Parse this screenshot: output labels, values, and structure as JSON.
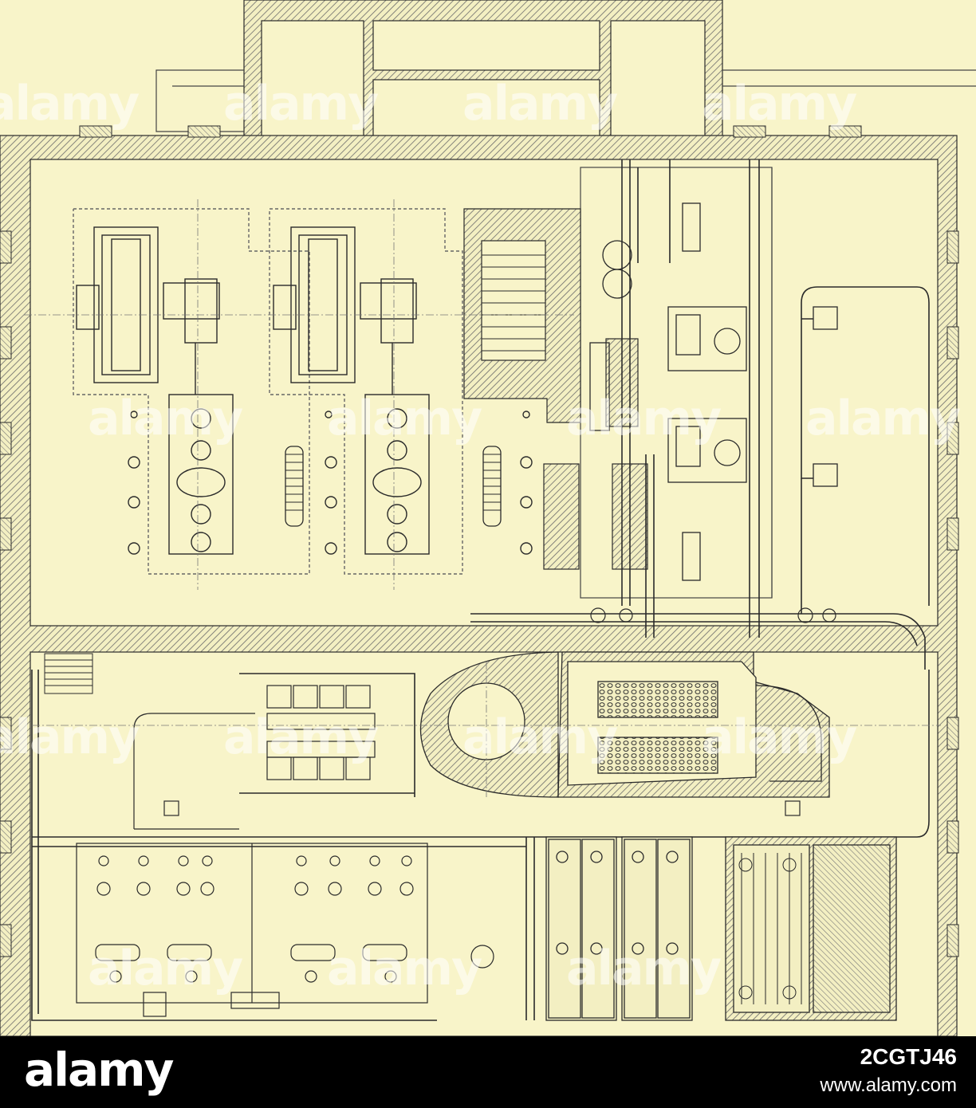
{
  "footer": {
    "logo_text": "alamy",
    "image_id": "2CGTJ46",
    "url": "www.alamy.com"
  },
  "watermark": {
    "text": "alamy"
  },
  "colors": {
    "paper": "#f8f4c9",
    "ink": "#2a2a2a",
    "hatch": "#6b6b6b",
    "footer": "#000000"
  },
  "drawing": {
    "type": "engineering floor plan",
    "elements": [
      "walls",
      "engines",
      "generators",
      "condensers",
      "pumps",
      "boilers",
      "piping"
    ]
  }
}
